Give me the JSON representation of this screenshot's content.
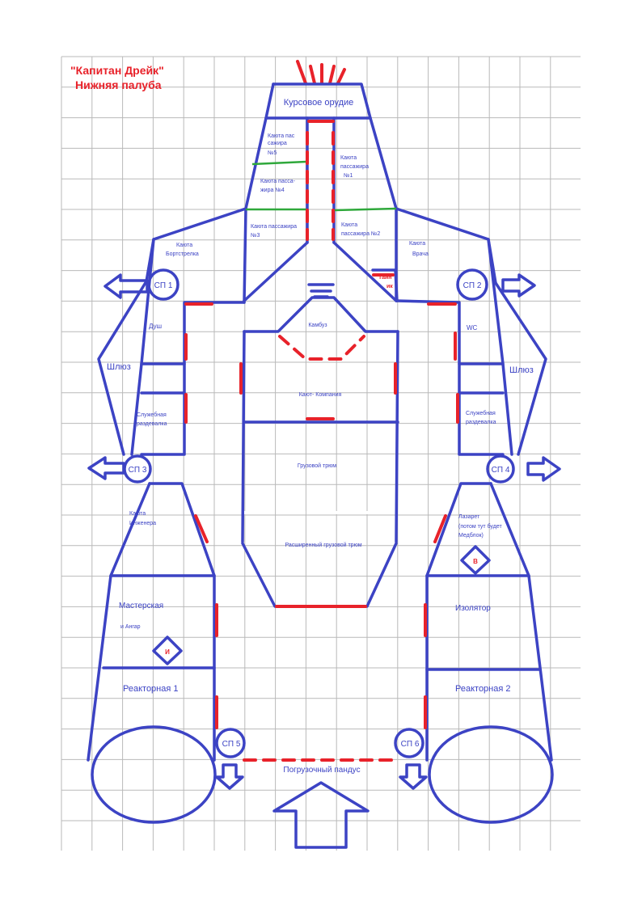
{
  "header": {
    "ship_name": "\"Капитан Дрейк\"",
    "deck_name": "Нижняя палуба"
  },
  "rooms": {
    "bow_gun": "Курсовое орудие",
    "cabin5_l1": "Каюта пас",
    "cabin5_l2": "сажира",
    "cabin5_l3": "№5",
    "cabin4_l1": "Каюта пасса-",
    "cabin4_l2": "жира №4",
    "cabin3_l1": "Каюта пассажира",
    "cabin3_l2": "№3",
    "cabin1_l1": "Каюта",
    "cabin1_l2": "пассажира",
    "cabin1_l3": "№1",
    "cabin2_l1": "Каюта",
    "cabin2_l2": "пассажира №2",
    "gunner_l1": "Каюта",
    "gunner_l2": "Бортстрелка",
    "doctor_l1": "Каюта",
    "doctor_l2": "Врача",
    "stash_l1": "Тайн",
    "stash_l2": "ик",
    "galley": "Камбуз",
    "shower": "Душ",
    "wc": "WC",
    "airlock_left": "Шлюз",
    "airlock_right": "Шлюз",
    "wardroom": "Кают- Компания",
    "locker_left_l1": "Служебная",
    "locker_left_l2": "раздевалка",
    "locker_right_l1": "Служебная",
    "locker_right_l2": "раздевалка",
    "cargo": "Грузовой трюм",
    "cargo_ext": "Расширенный грузовой трюм",
    "engineer_l1": "Каюта",
    "engineer_l2": "Инженера",
    "sickbay_l1": "Лазарет",
    "sickbay_l2": "(потом тут будет",
    "sickbay_l3": "Медблок)",
    "workshop": "Мастерская",
    "hangar": "и Ангар",
    "isolator": "Изолятор",
    "reactor1": "Реакторная 1",
    "reactor2": "Реакторная 2",
    "ramp": "Погрузочный пандус"
  },
  "markers": {
    "sp1": "СП 1",
    "sp2": "СП 2",
    "sp3": "СП 3",
    "sp4": "СП 4",
    "sp5": "СП 5",
    "sp6": "СП 6",
    "diamond_left": "И",
    "diamond_right": "В"
  },
  "colors": {
    "walls": "#3c43c4",
    "doors": "#e8222a",
    "partitions": "#2fa83b",
    "grid": "#b9b9b9"
  }
}
